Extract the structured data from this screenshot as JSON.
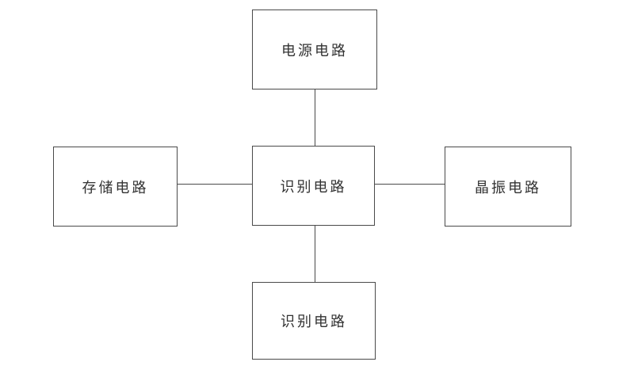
{
  "diagram": {
    "background_color": "#ffffff",
    "line_color": "#4a4a4a",
    "text_color": "#333333",
    "nodes": [
      {
        "id": "power",
        "label": "电源电路",
        "position": "top"
      },
      {
        "id": "storage",
        "label": "存储电路",
        "position": "left"
      },
      {
        "id": "recognition-center",
        "label": "识别电路",
        "position": "center"
      },
      {
        "id": "crystal",
        "label": "晶振电路",
        "position": "right"
      },
      {
        "id": "recognition-bottom",
        "label": "识别电路",
        "position": "bottom"
      }
    ],
    "edges": [
      {
        "from": "power",
        "to": "recognition-center"
      },
      {
        "from": "storage",
        "to": "recognition-center"
      },
      {
        "from": "recognition-center",
        "to": "crystal"
      },
      {
        "from": "recognition-center",
        "to": "recognition-bottom"
      }
    ]
  }
}
